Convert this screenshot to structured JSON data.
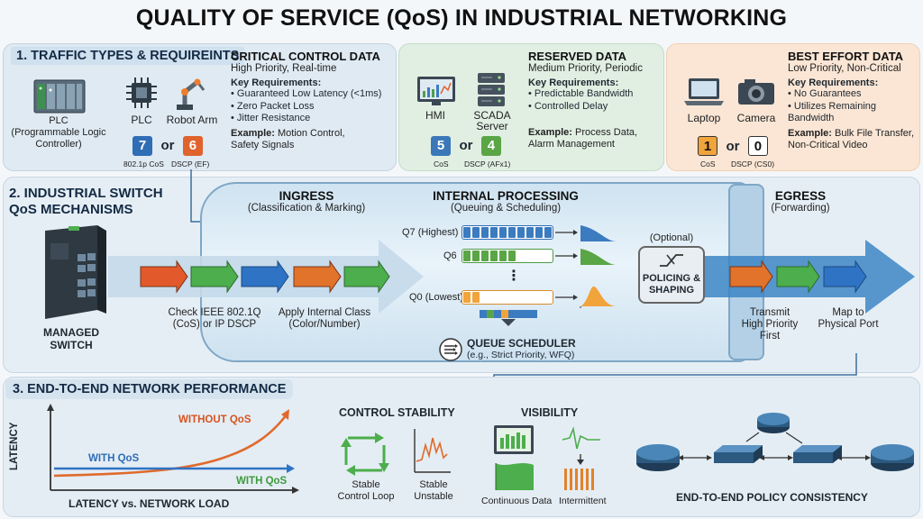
{
  "title": "QUALITY OF SERVICE (QoS) IN INDUSTRIAL NETWORKING",
  "section1": {
    "heading": "1. TRAFFIC TYPES & REQUIREINTS",
    "plc_full": "PLC\n(Programmable Logic\nController)",
    "plc": "PLC",
    "robot": "Robot Arm",
    "critical": {
      "title": "CRITICAL CONTROL DATA",
      "subtitle": "High Priority, Real-time",
      "req_label": "Key Requirements:",
      "reqs": [
        "Guaranteed Low Latency (<1ms)",
        "Zero Packet Loss",
        "Jitter Resistance"
      ],
      "example_label": "Example:",
      "example": "Motion Control, Safety Signals",
      "cos_value": "7",
      "dscp_value": "6",
      "or": "or",
      "cos_label": "802.1p CoS",
      "dscp_label": "DSCP (EF)"
    },
    "reserved": {
      "title": "RESERVED DATA",
      "subtitle": "Medium Priority, Periodic",
      "req_label": "Key Requirements:",
      "reqs": [
        "Predictable Bandwidth",
        "Controlled Delay"
      ],
      "example_label": "Example:",
      "example": "Process Data, Alarm Management",
      "hmi": "HMI",
      "scada": "SCADA\nServer",
      "cos_value": "5",
      "dscp_value": "4",
      "or": "or",
      "cos_label": "CoS",
      "dscp_label": "DSCP (AFx1)"
    },
    "best": {
      "title": "BEST EFFORT DATA",
      "subtitle": "Low Priority, Non-Critical",
      "req_label": "Key Requirements:",
      "reqs": [
        "No Guarantees",
        "Utilizes Remaining Bandwidth"
      ],
      "example_label": "Example:",
      "example": "Bulk File Transfer, Non-Critical Video",
      "laptop": "Laptop",
      "camera": "Camera",
      "cos_value": "1",
      "dscp_value": "0",
      "or": "or",
      "cos_label": "CoS",
      "dscp_label": "DSCP (CS0)"
    }
  },
  "section2": {
    "heading": "2. INDUSTRIAL SWITCH\nQoS MECHANISMS",
    "switch_label": "MANAGED\nSWITCH",
    "ingress_title": "INGRESS",
    "ingress_sub": "(Classification & Marking)",
    "check_text": "Check IEEE 802.1Q\n(CoS) or IP DSCP",
    "apply_text": "Apply Internal Class\n(Color/Number)",
    "internal_title": "INTERNAL PROCESSING",
    "internal_sub": "(Queuing & Scheduling)",
    "queues": [
      "Q7 (Highest)",
      "Q6",
      "Q0 (Lowest)"
    ],
    "dots": "⋮",
    "scheduler_title": "QUEUE SCHEDULER",
    "scheduler_sub": "(e.g., Strict Priority, WFQ)",
    "optional": "(Optional)",
    "policing": "POLICING &\nSHAPING",
    "egress_title": "EGRESS",
    "egress_sub": "(Forwarding)",
    "transmit": "Transmit\nHigh Priority\nFirst",
    "map": "Map to\nPhysical Port"
  },
  "section3": {
    "heading": "3. END-TO-END NETWORK PERFORMANCE",
    "latency_axis": "LATENCY",
    "without": "WITHOUT QoS",
    "with_top": "WITH QoS",
    "with_bottom": "WITH QoS",
    "x_axis": "LATENCY vs. NETWORK LOAD",
    "control_title": "CONTROL STABILITY",
    "stable_loop": "Stable\nControl Loop",
    "stable_unstable": "Stable\nUnstable",
    "visibility_title": "VISIBILITY",
    "continuous": "Continuous Data",
    "intermittent": "Intermittent",
    "policy": "END-TO-END POLICY CONSISTENCY"
  },
  "colors": {
    "critical_blue": "#2f6db5",
    "critical_orange": "#e0622c",
    "reserved_blue": "#3a78b8",
    "reserved_green": "#5aa545",
    "best_orange": "#f1a33c",
    "orange_arrow": "#e25a2b",
    "green_arrow": "#4cae4c",
    "blue_arrow": "#2f73c4"
  }
}
